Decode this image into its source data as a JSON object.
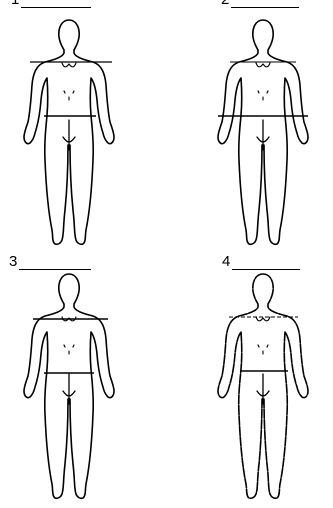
{
  "figures": [
    {
      "number": "1",
      "answer": ""
    },
    {
      "number": "2",
      "answer": ""
    },
    {
      "number": "3",
      "answer": ""
    },
    {
      "number": "4",
      "answer": ""
    }
  ]
}
